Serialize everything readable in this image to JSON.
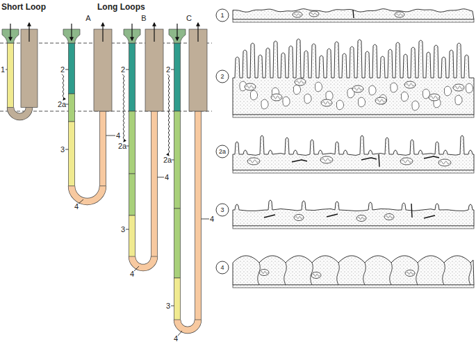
{
  "diagram": {
    "nodes": [
      {
        "text": [
          "1"
        ]
      },
      {
        "text": [
          "2"
        ]
      },
      {
        "text": [
          "2a"
        ]
      },
      {
        "text": [
          "3"
        ]
      },
      {
        "text": [
          "4"
        ]
      }
    ],
    "labels": [
      "Short Loop",
      "Long Loops",
      "A",
      "B",
      "C",
      "1",
      "2",
      "2a",
      "3",
      "4",
      "4",
      "2",
      "2a",
      "4",
      "3",
      "4",
      "2",
      "2a",
      "4",
      "3",
      "4"
    ]
  }
}
